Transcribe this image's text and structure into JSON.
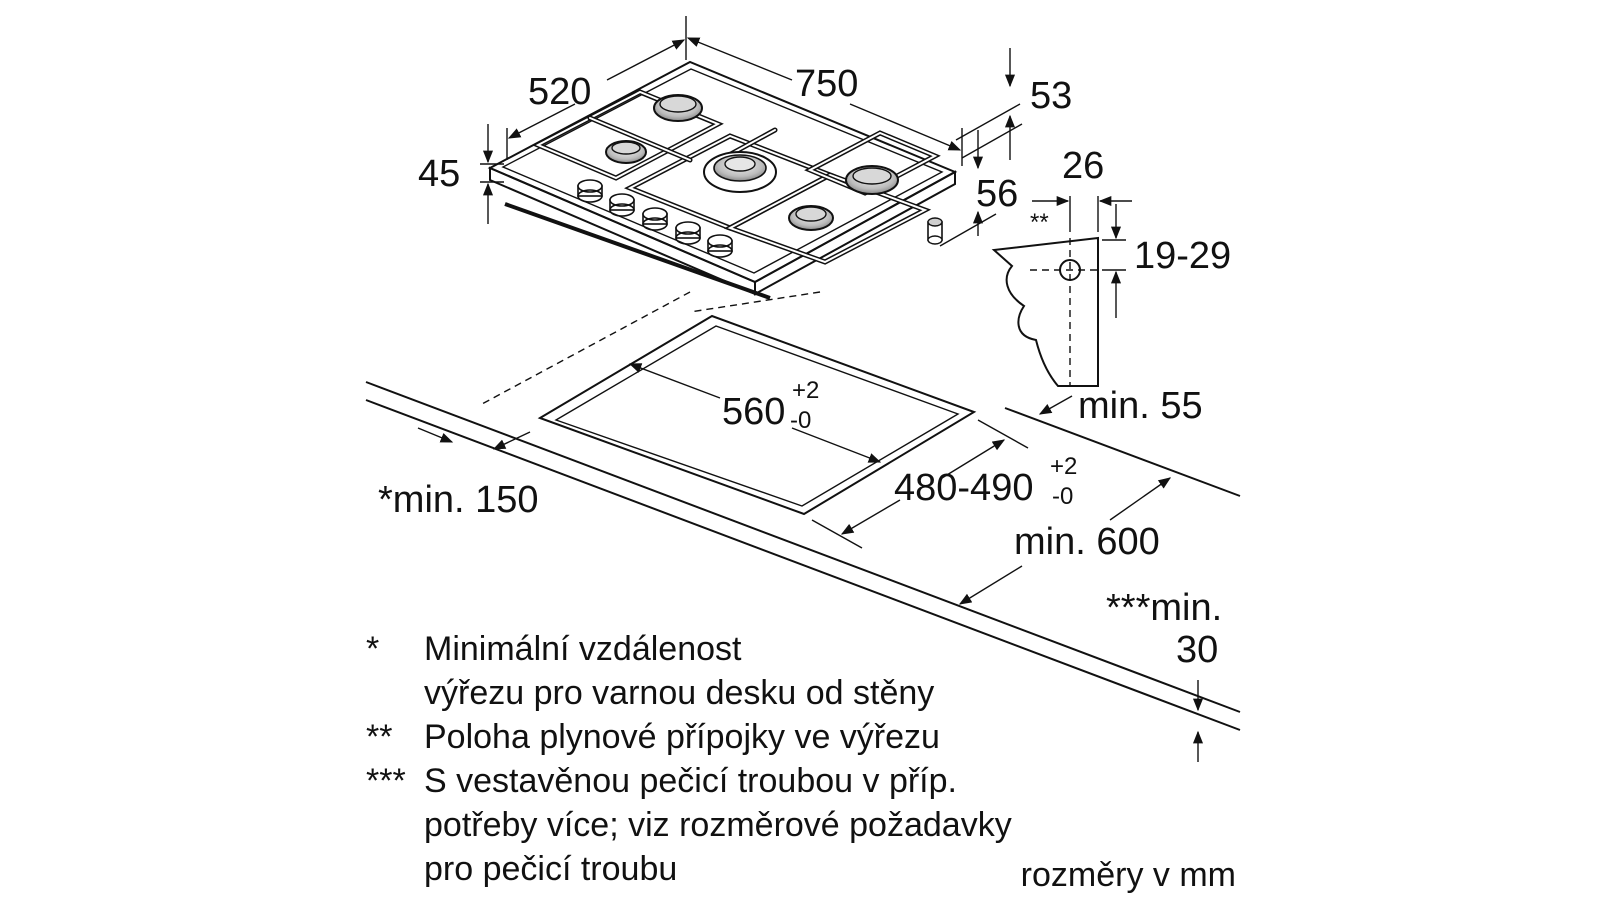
{
  "dimensions": {
    "width": "750",
    "depth": "520",
    "height_total": "45",
    "right_top": "53",
    "right_low": "56",
    "gas_offset": "26",
    "gas_height": "19-29",
    "cutout_width_main": "560",
    "cutout_width_tol_plus": "+2",
    "cutout_width_tol_minus": "-0",
    "cutout_depth_main": "480-490",
    "cutout_depth_tol_plus": "+2",
    "cutout_depth_tol_minus": "-0",
    "min_wall": "*min. 150",
    "min_back": "min. 55",
    "min_counter": "min. 600",
    "min_oven_line1": "***min.",
    "min_oven_line2": "30",
    "gas_marker": "**"
  },
  "notes": [
    {
      "mark": "*",
      "lines": [
        "Minimální vzdálenost",
        "výřezu pro varnou desku od stěny"
      ]
    },
    {
      "mark": "**",
      "lines": [
        "Poloha plynové přípojky ve výřezu"
      ]
    },
    {
      "mark": "***",
      "lines": [
        "S vestavěnou pečicí troubou v příp.",
        "potřeby více; viz rozměrové požadavky",
        "pro pečicí troubu"
      ]
    }
  ],
  "units": "rozměry v mm"
}
